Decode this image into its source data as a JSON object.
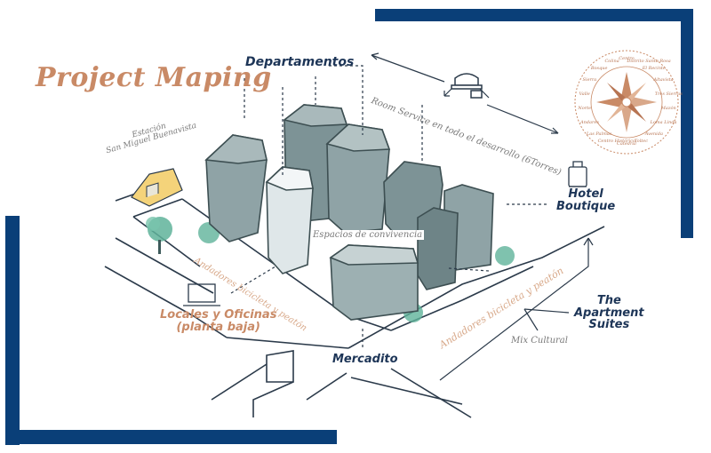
{
  "title": "Project Maping",
  "labels": {
    "departamentos": "Departamentos",
    "room_service": "Room Service en todo el desarrollo (6Torres)",
    "hotel_boutique_line1": "Hotel",
    "hotel_boutique_line2": "Boutique",
    "apartment_line1": "The",
    "apartment_line2": "Apartment",
    "apartment_line3": "Suites",
    "mix_cultural": "Mix Cultural",
    "mercadito": "Mercadito",
    "locales_line1": "Locales y Oficinas",
    "locales_line2": "(planta baja)",
    "espacios": "Espacios de convivencia",
    "estacion_line1": "Estación",
    "estacion_line2": "San Miguel Buenavista",
    "andadores_left": "Andadores bicicleta y peatón",
    "andadores_right": "Andadores bicicleta y peatón"
  },
  "compass_words": [
    "Centro",
    "Distrito Santa Rosa",
    "El Recinto",
    "Altavista",
    "Tres Sierras",
    "Mazón",
    "Loma Linda",
    "Avenida",
    "Toltec",
    "Catedral",
    "Centro Histórico",
    "Las Palmas",
    "Andares",
    "Norte",
    "Valle",
    "Sierra",
    "Bosque",
    "Colina"
  ],
  "colors": {
    "frame": "#0a3f78",
    "navy_text": "#1d3557",
    "copper": "#c98a66",
    "building_fill": "#8fa3a6",
    "building_dark": "#5e7275",
    "tree": "#5fb39a"
  }
}
